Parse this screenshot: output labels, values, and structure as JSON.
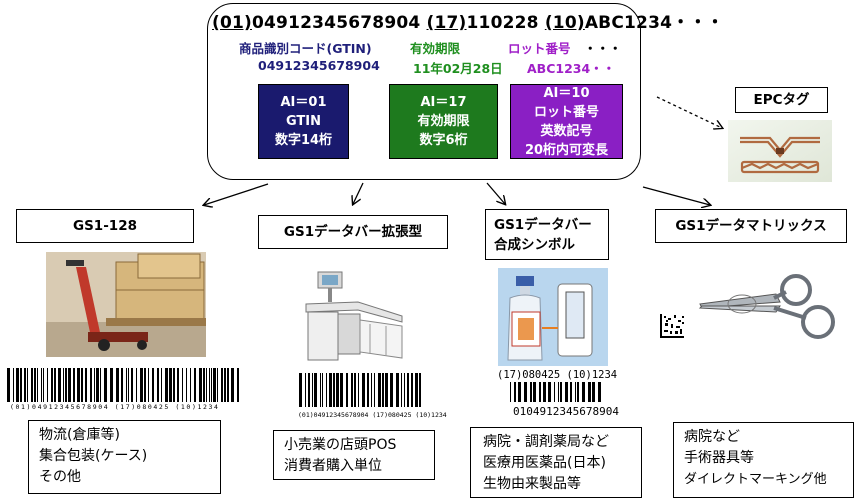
{
  "header": {
    "seg1_ai": "(01)",
    "seg1_val": "04912345678904",
    "seg2_ai": "(17)",
    "seg2_val": "110228",
    "seg3_ai": "(10)",
    "seg3_val": "ABC1234",
    "trail": "・・・"
  },
  "fields": {
    "gtin_label": "商品識別コード(GTIN)",
    "gtin_value": "04912345678904",
    "expiry_label": "有効期限",
    "expiry_value": "11年02月28日",
    "lot_label": "ロット番号",
    "lot_value": "ABC1234・・",
    "lot_ellipsis": "・・・"
  },
  "ai_boxes": [
    {
      "line1": "AI＝01",
      "line2": "GTIN",
      "line3": "数字14桁",
      "line4": "",
      "color": "#1a1a6e"
    },
    {
      "line1": "AI＝17",
      "line2": "有効期限",
      "line3": "数字6桁",
      "line4": "",
      "color": "#1e7a1e"
    },
    {
      "line1": "AI＝10",
      "line2": "ロット番号",
      "line3": "英数記号",
      "line4": "20桁内可変長",
      "color": "#8a1fc4"
    }
  ],
  "epc": {
    "title": "EPCタグ"
  },
  "symbols": [
    {
      "title": "GS1-128",
      "desc1": "物流(倉庫等)",
      "desc2": "集合包装(ケース)",
      "desc3": "その他"
    },
    {
      "title": "GS1データバー拡張型",
      "desc1": "小売業の店頭POS",
      "desc2": "消費者購入単位",
      "desc3": ""
    },
    {
      "title1": "GS1データバー",
      "title2": "合成シンボル",
      "desc1": "病院・調剤薬局など",
      "desc2": "医療用医薬品(日本)",
      "desc3": "生物由来製品等",
      "hri_top": "(17)080425  (10)1234",
      "hri_bottom": "0104912345678904"
    },
    {
      "title": "GS1データマトリックス",
      "desc1": "病院など",
      "desc2": "手術器具等",
      "desc3": "ダイレクトマーキング他"
    }
  ],
  "barcode_hri": {
    "gs1_128": "(01)04912345678904  (17)080425  (10)1234",
    "databar_expanded": "(01)04912345678904 (17)080425 (10)1234"
  }
}
